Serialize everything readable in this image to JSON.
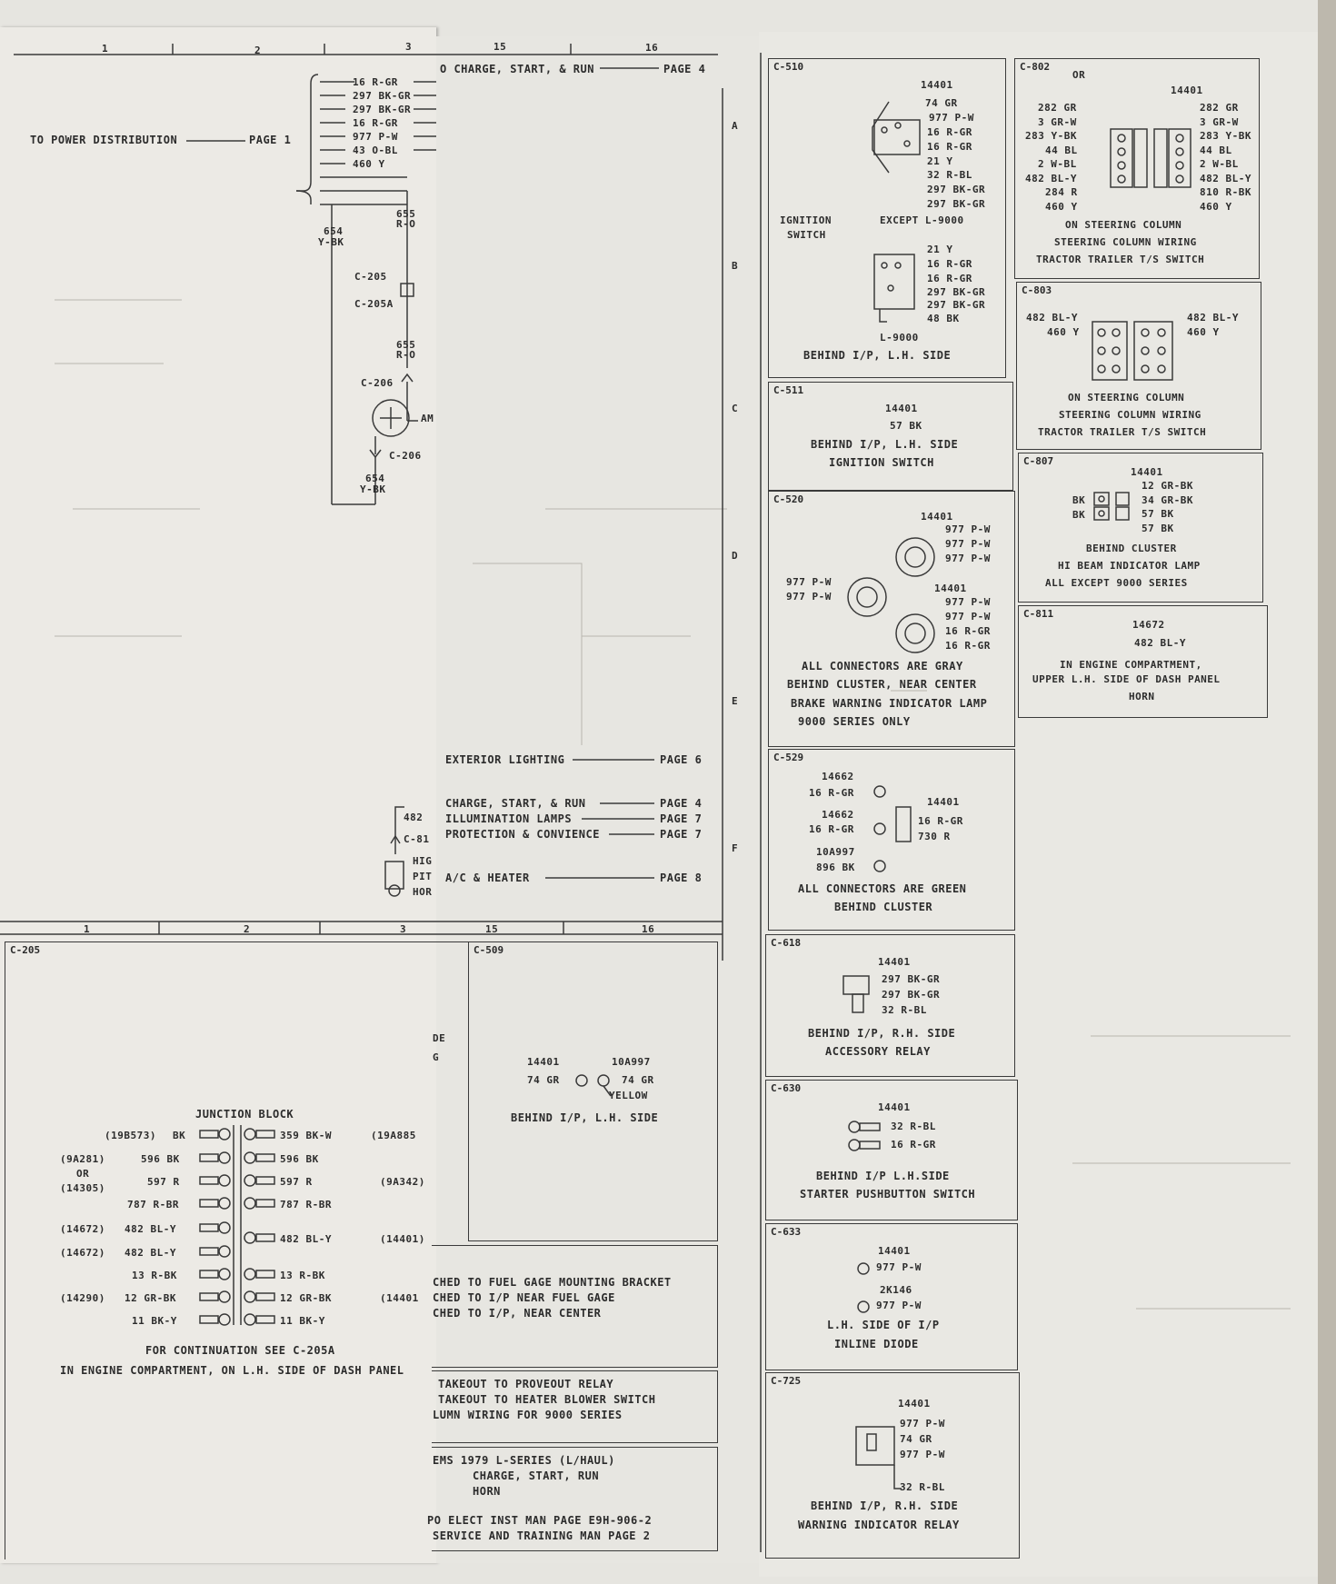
{
  "grid": {
    "top_cols": [
      "1",
      "2",
      "3",
      "15",
      "16"
    ],
    "bottom_cols": [
      "1",
      "2",
      "3",
      "15",
      "16"
    ],
    "rows": [
      "A",
      "B",
      "C",
      "D",
      "E",
      "F"
    ]
  },
  "refs": {
    "power_dist": "TO POWER DISTRIBUTION",
    "power_dist_page": "PAGE 1",
    "charge_top": "O CHARGE, START, & RUN",
    "charge_top_page": "PAGE 4",
    "ext_light": "EXTERIOR LIGHTING",
    "ext_light_page": "PAGE 6",
    "charge": "CHARGE, START, & RUN",
    "charge_page": "PAGE 4",
    "illum": "ILLUMINATION LAMPS",
    "illum_page": "PAGE 7",
    "protect": "PROTECTION & CONVIENCE",
    "protect_page": "PAGE 7",
    "ac": "A/C & HEATER",
    "ac_page": "PAGE 8"
  },
  "main_wires": [
    "16 R-GR",
    "297 BK-GR",
    "297 BK-GR",
    "16 R-GR",
    "977 P-W",
    "43 O-BL",
    "460 Y"
  ],
  "main_labels": {
    "w654": "654",
    "w654c": "Y-BK",
    "w655": "655",
    "w655c": "R-O",
    "c205": "C-205",
    "c205a": "C-205A",
    "w655b": "655",
    "w655bc": "R-O",
    "c206a": "C-206",
    "am": "AM",
    "c206b": "C-206",
    "w654b": "654",
    "w654bc": "Y-BK",
    "w482": "482",
    "c81": "C-81",
    "hig": "HIG",
    "pit": "PIT",
    "hor": "HOR"
  },
  "c205_box": {
    "id": "C-205",
    "title": "JUNCTION BLOCK",
    "left_refs": [
      "(19B573)",
      "(9A281)",
      "OR",
      "(14305)",
      "(14672)",
      "(14672)",
      "(14290)"
    ],
    "left_wires": [
      "BK",
      "596 BK",
      "597 R",
      "787 R-BR",
      "482 BL-Y",
      "482 BL-Y",
      "13 R-BK",
      "12 GR-BK",
      "11 BK-Y"
    ],
    "right_wires": [
      "359 BK-W",
      "596 BK",
      "597 R",
      "787 R-BR",
      "482 BL-Y",
      "13 R-BK",
      "12 GR-BK",
      "11 BK-Y"
    ],
    "right_refs": [
      "(19A885",
      "(9A342)",
      "(14401)",
      "(14401"
    ],
    "note1": "FOR CONTINUATION SEE C-205A",
    "note2": "IN ENGINE COMPARTMENT, ON L.H. SIDE OF DASH PANEL",
    "partial_de": "DE",
    "partial_g": "G"
  },
  "c509": {
    "id": "C-509",
    "p1": "14401",
    "p2": "10A997",
    "w1": "74 GR",
    "w2": "74 GR",
    "w3": "YELLOW",
    "loc": "BEHIND I/P, L.H. SIDE"
  },
  "notes_block": {
    "l1": "CHED TO FUEL GAGE MOUNTING BRACKET",
    "l2": "CHED TO I/P NEAR FUEL GAGE",
    "l3": "CHED TO I/P, NEAR CENTER",
    "l4": "TAKEOUT TO PROVEOUT RELAY",
    "l5": "TAKEOUT TO HEATER BLOWER SWITCH",
    "l6": "LUMN WIRING FOR 9000 SERIES",
    "t1": "EMS 1979 L-SERIES (L/HAUL)",
    "t2": "CHARGE, START, RUN",
    "t3": "HORN",
    "r1": "PO ELECT INST MAN PAGE E9H-906-2",
    "r2": "SERVICE AND TRAINING MAN PAGE 2"
  },
  "c510": {
    "id": "C-510",
    "part": "14401",
    "wires_a": [
      "74 GR",
      "977 P-W",
      "16 R-GR",
      "16 R-GR",
      "21 Y",
      "32 R-BL",
      "297 BK-GR",
      "297 BK-GR"
    ],
    "except": "EXCEPT L-9000",
    "ign": "IGNITION",
    "sw": "SWITCH",
    "wires_b": [
      "21 Y",
      "16 R-GR",
      "16 R-GR",
      "297 BK-GR",
      "297 BK-GR",
      "48 BK"
    ],
    "l9000": "L-9000",
    "loc": "BEHIND I/P, L.H. SIDE"
  },
  "c511": {
    "id": "C-511",
    "part": "14401",
    "wire": "57 BK",
    "loc": "BEHIND I/P, L.H. SIDE",
    "note": "IGNITION SWITCH"
  },
  "c520": {
    "id": "C-520",
    "part": "14401",
    "wires_a": [
      "977 P-W",
      "977 P-W",
      "977 P-W"
    ],
    "wires_l": [
      "977 P-W",
      "977 P-W"
    ],
    "wires_b": [
      "977 P-W",
      "977 P-W",
      "16 R-GR",
      "16 R-GR"
    ],
    "n1": "ALL CONNECTORS ARE GRAY",
    "n2": "BEHIND CLUSTER, NEAR CENTER",
    "n3": "BRAKE WARNING INDICATOR LAMP",
    "n4": "9000 SERIES ONLY"
  },
  "c529": {
    "id": "C-529",
    "p1": "14662",
    "w1": "16 R-GR",
    "p2": "14662",
    "w2": "16 R-GR",
    "p3": "10A997",
    "w3": "896 BK",
    "p4": "14401",
    "w4": "16 R-GR",
    "w5": "730 R",
    "n1": "ALL CONNECTORS ARE GREEN",
    "n2": "BEHIND CLUSTER"
  },
  "c618": {
    "id": "C-618",
    "part": "14401",
    "wires": [
      "297 BK-GR",
      "297 BK-GR",
      "32 R-BL"
    ],
    "loc": "BEHIND I/P, R.H. SIDE",
    "note": "ACCESSORY RELAY"
  },
  "c630": {
    "id": "C-630",
    "part": "14401",
    "wires": [
      "32 R-BL",
      "16 R-GR"
    ],
    "loc": "BEHIND I/P L.H.SIDE",
    "note": "STARTER PUSHBUTTON SWITCH"
  },
  "c633": {
    "id": "C-633",
    "p1": "14401",
    "w1": "977 P-W",
    "p2": "2K146",
    "w2": "977 P-W",
    "loc": "L.H. SIDE OF I/P",
    "note": "INLINE DIODE"
  },
  "c725": {
    "id": "C-725",
    "part": "14401",
    "wires": [
      "977 P-W",
      "74 GR",
      "977 P-W",
      "32 R-BL"
    ],
    "loc": "BEHIND I/P, R.H. SIDE",
    "note": "WARNING INDICATOR RELAY"
  },
  "c802": {
    "id": "C-802",
    "or": "OR",
    "left_wires": [
      "282 GR",
      "3 GR-W",
      "283 Y-BK",
      "44 BL",
      "2 W-BL",
      "482 BL-Y",
      "284 R",
      "460 Y"
    ],
    "part": "14401",
    "right_wires": [
      "282 GR",
      "3 GR-W",
      "283 Y-BK",
      "44 BL",
      "2 W-BL",
      "482 BL-Y",
      "810 R-BK",
      "460 Y"
    ],
    "n1": "ON STEERING COLUMN",
    "n2": "STEERING COLUMN WIRING",
    "n3": "TRACTOR TRAILER T/S SWITCH"
  },
  "c803": {
    "id": "C-803",
    "left_wires": [
      "482 BL-Y",
      "460 Y"
    ],
    "right_wires": [
      "482 BL-Y",
      "460 Y"
    ],
    "n1": "ON STEERING COLUMN",
    "n2": "STEERING COLUMN WIRING",
    "n3": "TRACTOR TRAILER T/S SWITCH"
  },
  "c807": {
    "id": "C-807",
    "part": "14401",
    "left": [
      "BK",
      "BK"
    ],
    "wires": [
      "12 GR-BK",
      "34 GR-BK",
      "57 BK",
      "57 BK"
    ],
    "n1": "BEHIND CLUSTER",
    "n2": "HI BEAM INDICATOR LAMP",
    "n3": "ALL EXCEPT 9000 SERIES"
  },
  "c811": {
    "id": "C-811",
    "part": "14672",
    "wire": "482 BL-Y",
    "n1": "IN ENGINE COMPARTMENT,",
    "n2": "UPPER L.H. SIDE OF DASH PANEL",
    "n3": "HORN"
  }
}
